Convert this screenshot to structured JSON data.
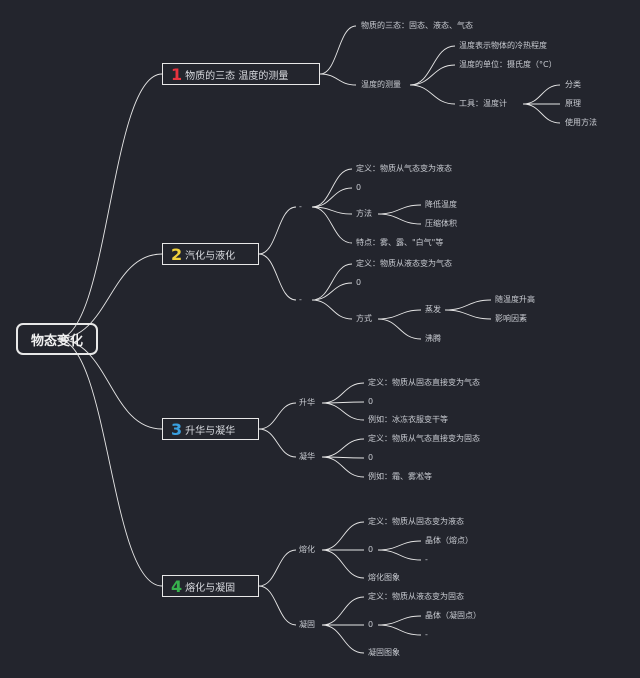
{
  "root": {
    "label": "物态变化"
  },
  "branches": [
    {
      "num": "1",
      "title": "物质的三态 温度的测量",
      "num_color": "#e8343f"
    },
    {
      "num": "2",
      "title": "汽化与液化",
      "num_color": "#f2d23c"
    },
    {
      "num": "3",
      "title": "升华与凝华",
      "num_color": "#39a0e0"
    },
    {
      "num": "4",
      "title": "熔化与凝固",
      "num_color": "#37b24d"
    }
  ],
  "nodes": {
    "b1_states": "物质的三态：固态、液态、气态",
    "b1_temp": "温度的测量",
    "b1_temp_def": "温度表示物体的冷热程度",
    "b1_temp_unit": "温度的单位：摄氏度（°C）",
    "b1_tool": "工具：温度计",
    "b1_tool_class": "分类",
    "b1_tool_principle": "原理",
    "b1_tool_usage": "使用方法",
    "b2_vap": "-",
    "b2_vap_def": "定义：物质从气态变为液态",
    "b2_vap_heat": "0",
    "b2_vap_method": "方法",
    "b2_vap_m1": "降低温度",
    "b2_vap_m2": "压缩体积",
    "b2_vap_feature": "特点：雾、露、\"白气\"等",
    "b2_liq": "-",
    "b2_liq_def": "定义：物质从液态变为气态",
    "b2_liq_heat": "0",
    "b2_liq_method": "方式",
    "b2_liq_evap": "蒸发",
    "b2_liq_e1": "随温度升高",
    "b2_liq_e2": "影响因素",
    "b2_liq_boil": "沸腾",
    "b3_sub": "升华",
    "b3_sub_def": "定义：物质从固态直接变为气态",
    "b3_sub_heat": "0",
    "b3_sub_ex": "例如：冰冻衣服变干等",
    "b3_dep": "凝华",
    "b3_dep_def": "定义：物质从气态直接变为固态",
    "b3_dep_heat": "0",
    "b3_dep_ex": "例如：霜、雾凇等",
    "b4_melt": "熔化",
    "b4_melt_def": "定义：物质从固态变为液态",
    "b4_melt_heat": "0",
    "b4_melt_crystal": "晶体（熔点）",
    "b4_melt_amorph": "-",
    "b4_melt_phen": "熔化图象",
    "b4_freeze": "凝固",
    "b4_freeze_def": "定义：物质从液态变为固态",
    "b4_freeze_heat": "0",
    "b4_freeze_crystal": "晶体（凝固点）",
    "b4_freeze_amorph": "-",
    "b4_freeze_phen": "凝固图象"
  },
  "colors": {
    "background": "#23252d",
    "line": "#e6e6e6",
    "text": "#c9ccd2"
  }
}
